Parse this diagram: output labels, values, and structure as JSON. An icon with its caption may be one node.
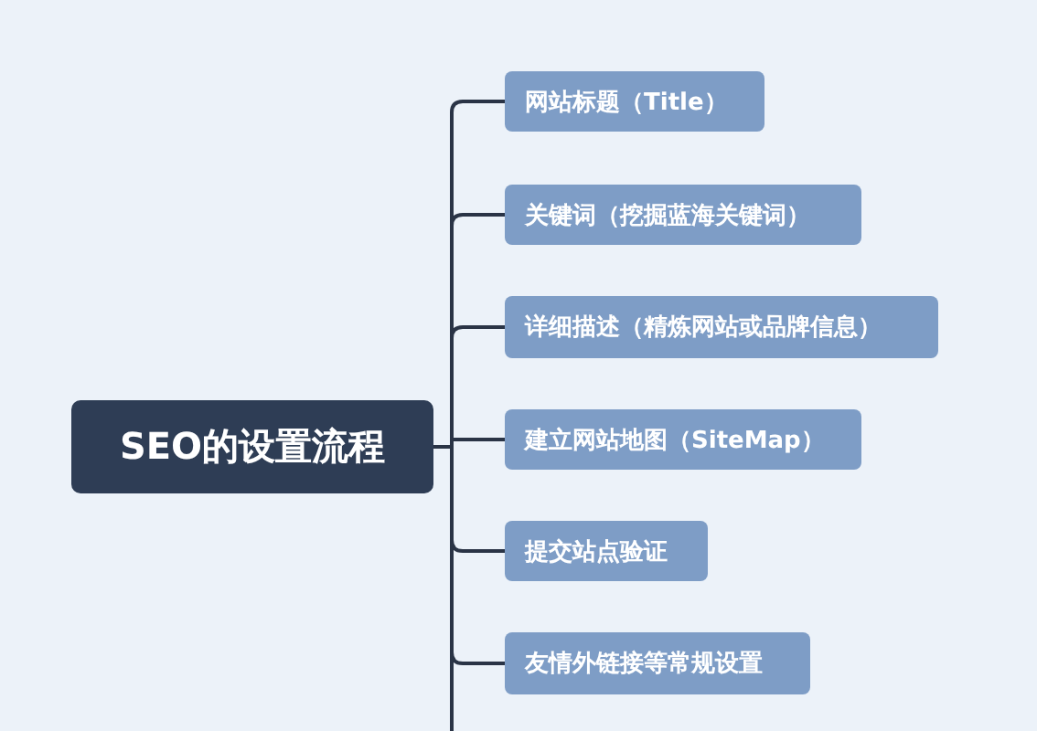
{
  "diagram": {
    "nodes": [
      {
        "text": [
          "SEO的设置流程"
        ]
      },
      {
        "text": [
          "网站标题（Title）"
        ]
      },
      {
        "text": [
          "关键词（挖掘蓝海关键词）"
        ]
      },
      {
        "text": [
          "详细描述（精炼网站或品牌信息）"
        ]
      },
      {
        "text": [
          "建立网站地图（SiteMap）"
        ]
      },
      {
        "text": [
          "提交站点验证"
        ]
      },
      {
        "text": [
          "友情外链接等常规设置"
        ]
      }
    ],
    "edges": [
      {
        "from": 0,
        "to": 1,
        "arrow": "none"
      },
      {
        "from": 0,
        "to": 2,
        "arrow": "none"
      },
      {
        "from": 0,
        "to": 3,
        "arrow": "none"
      },
      {
        "from": 0,
        "to": 4,
        "arrow": "none"
      },
      {
        "from": 0,
        "to": 5,
        "arrow": "none"
      },
      {
        "from": 0,
        "to": 6,
        "arrow": "none"
      },
      {
        "from": 0,
        "to": null,
        "arrow": "none"
      }
    ]
  }
}
